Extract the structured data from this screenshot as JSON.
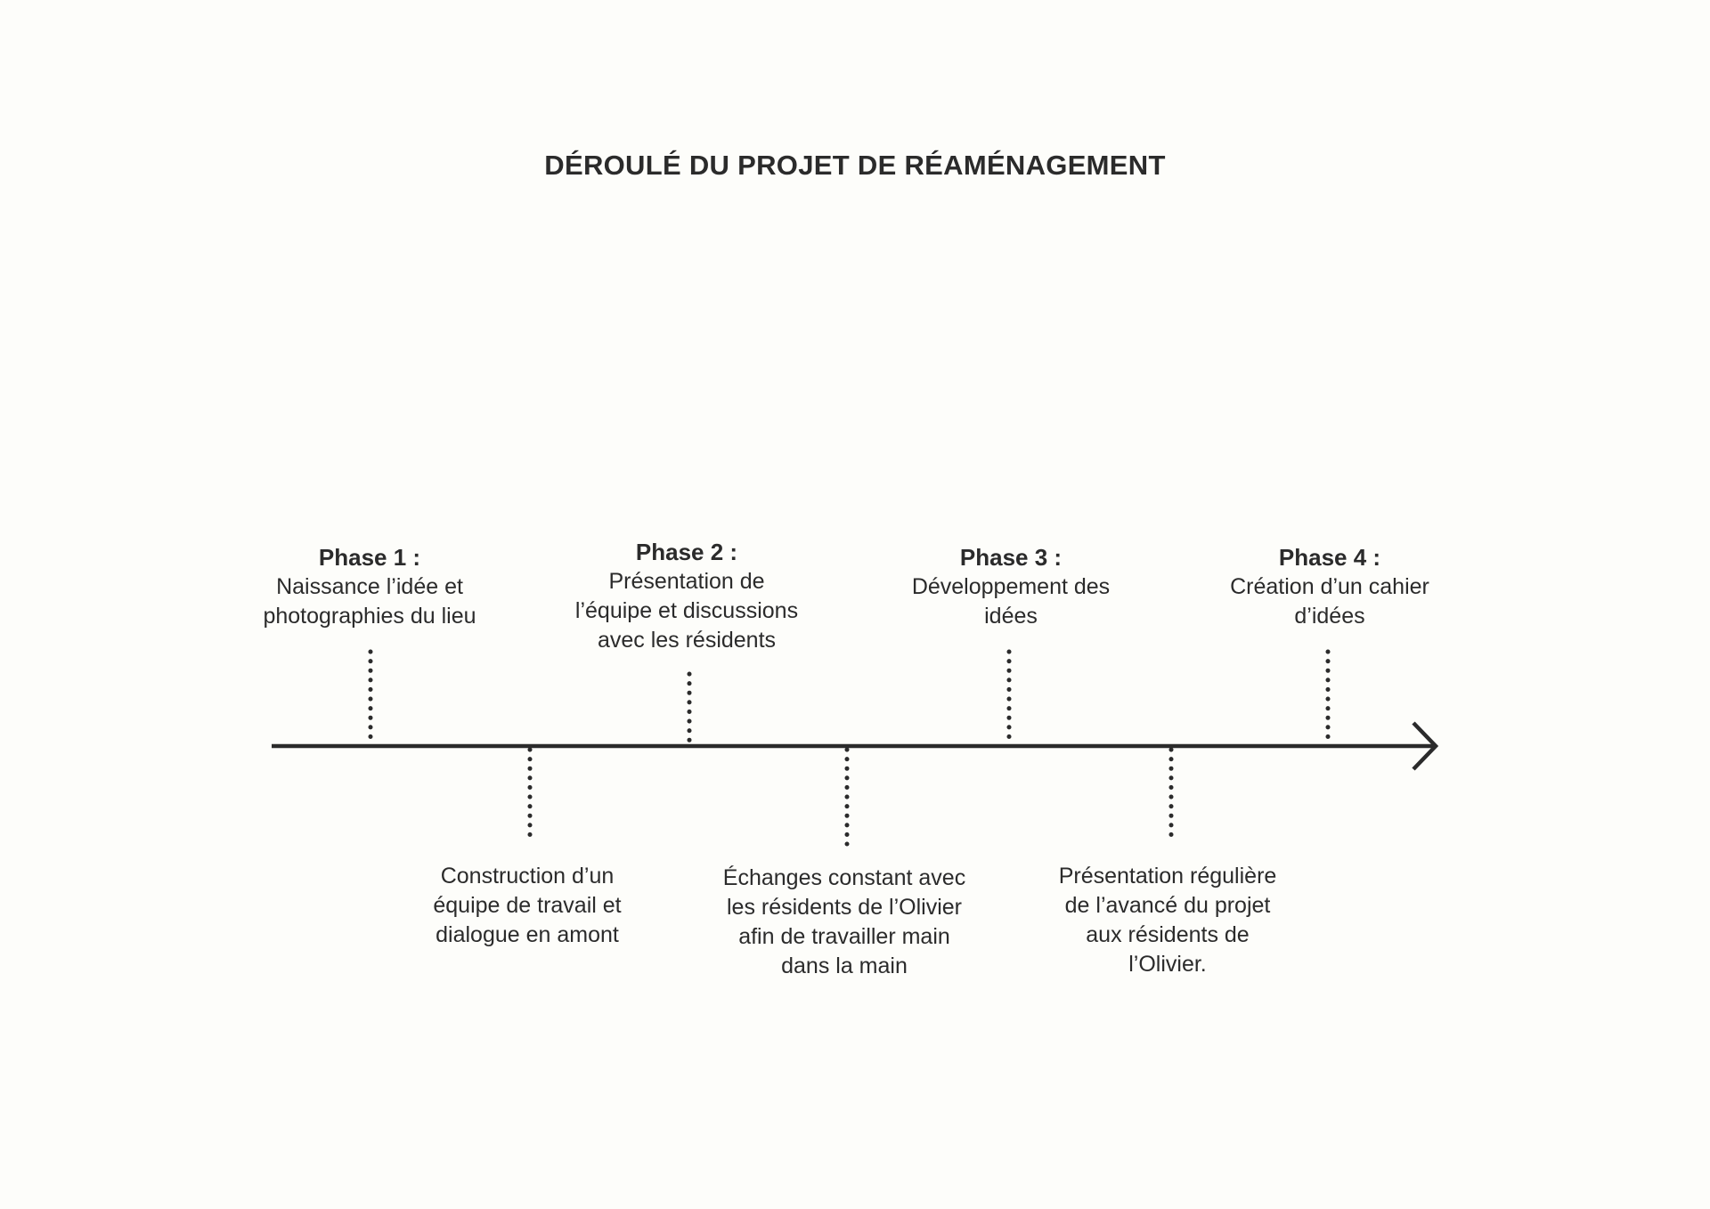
{
  "title": "DÉROULÉ DU PROJET DE RÉAMÉNAGEMENT",
  "colors": {
    "ink": "#2b2b2b",
    "background": "#fdfdfa"
  },
  "phases": [
    {
      "title": "Phase 1 :",
      "lines": [
        "Naissance l’idée et",
        "photographies du lieu"
      ]
    },
    {
      "title": "Phase 2 :",
      "lines": [
        "Présentation de",
        "l’équipe et discussions",
        "avec les résidents"
      ]
    },
    {
      "title": "Phase 3 :",
      "lines": [
        "Développement des",
        "idées"
      ]
    },
    {
      "title": "Phase 4 :",
      "lines": [
        "Création d’un cahier",
        "d’idées"
      ]
    }
  ],
  "steps": [
    {
      "lines": [
        "Construction d’un",
        "équipe de travail et",
        "dialogue en amont"
      ]
    },
    {
      "lines": [
        "Échanges constant avec",
        "les résidents de l’Olivier",
        "afin de travailler main",
        "dans la main"
      ]
    },
    {
      "lines": [
        "Présentation régulière",
        "de l’avancé du projet",
        "aux résidents de",
        "l’Olivier."
      ]
    }
  ]
}
